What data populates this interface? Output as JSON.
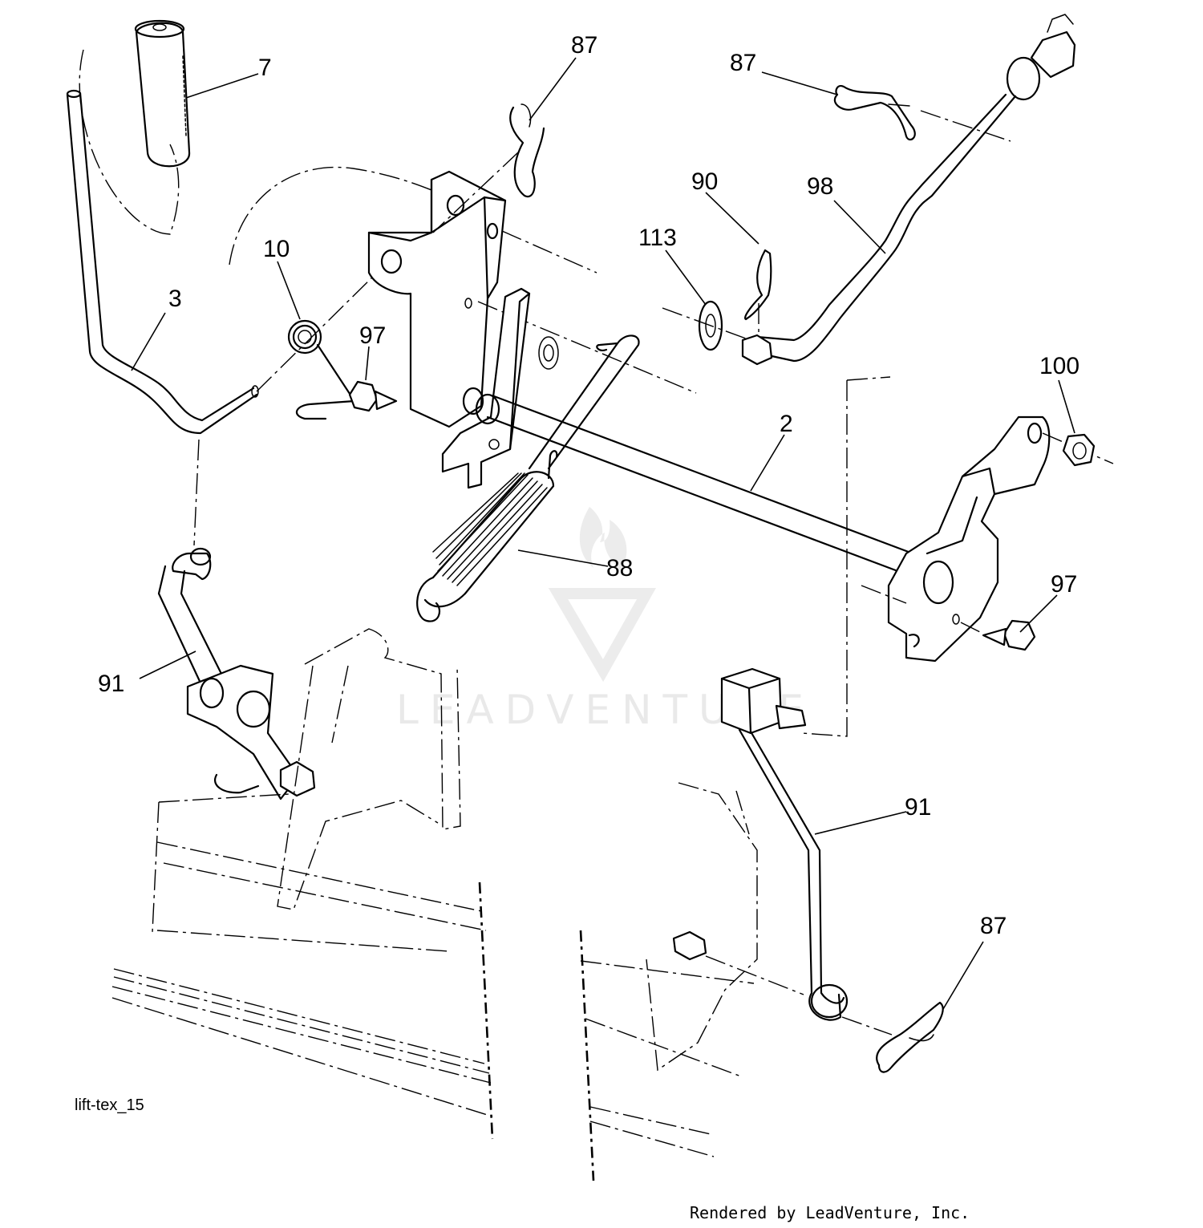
{
  "diagram": {
    "drawing_id": "lift-tex_15",
    "credit": "Rendered by LeadVenture, Inc.",
    "watermark": "LEADVENTURE",
    "callouts": [
      "87",
      "7",
      "87",
      "90",
      "98",
      "113",
      "10",
      "3",
      "97",
      "100",
      "2",
      "88",
      "97",
      "91",
      "91",
      "87"
    ]
  }
}
